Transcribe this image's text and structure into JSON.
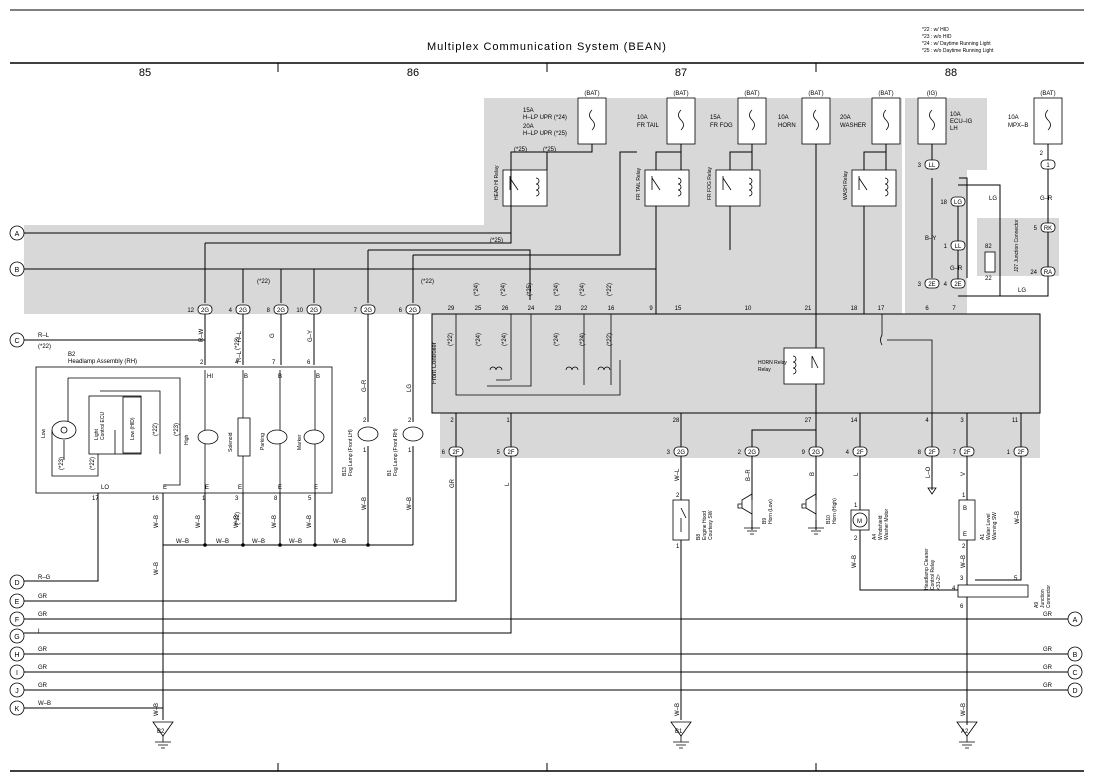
{
  "title": "Multiplex Communication System (BEAN)",
  "legend": [
    "*22 : w/ HID",
    "*23 : w/o HID",
    "*24 : w/ Daytime Running Light",
    "*25 : w/o Daytime Running Light"
  ],
  "sections": [
    "85",
    "86",
    "87",
    "88"
  ],
  "fuses": [
    {
      "bat": "(BAT)",
      "label": "15A\nH-LP UPR (*24)\n20A\nH-LP UPR (*25)"
    },
    {
      "bat": "(BAT)",
      "label": "10A\nFR TAIL"
    },
    {
      "bat": "(BAT)",
      "label": "15A\nFR FOG"
    },
    {
      "bat": "(BAT)",
      "label": "10A\nHORN"
    },
    {
      "bat": "(BAT)",
      "label": "20A\nWASHER"
    },
    {
      "bat": "(IG)",
      "label": "10A\nECU-IG\nLH"
    },
    {
      "bat": "(BAT)",
      "label": "10A\nMPX-B"
    }
  ],
  "relays": [
    "HEAD HI Relay",
    "FR TAIL Relay",
    "FR FOG Relay",
    "WASH Relay",
    "HORN Relay"
  ],
  "front_controller": "Front Controller",
  "headlamp_assembly": {
    "id": "B2",
    "name": "Headlamp Assembly (RH)",
    "items": [
      "Low",
      "Light Control ECU",
      "Low (HID)",
      "High",
      "Solenoid",
      "Parking",
      "Marker"
    ],
    "pins_top": [
      "HI",
      "B",
      "B",
      "B"
    ],
    "pins_bot": [
      "LO",
      "E",
      "E",
      "E",
      "E",
      "E"
    ]
  },
  "fog_lamps": [
    {
      "id": "B13",
      "name": "Fog Lamp (Front LH)"
    },
    {
      "id": "B1",
      "name": "Fog Lamp (Front RH)"
    }
  ],
  "components": [
    {
      "id": "B8",
      "name": "Engine Hood Courtesy SW"
    },
    {
      "id": "B9",
      "name": "Horn (Low)"
    },
    {
      "id": "B10",
      "name": "Horn (High)"
    },
    {
      "id": "A4",
      "name": "Windshield Washer Motor"
    },
    {
      "id": "A1",
      "name": "Water Level Warning SW"
    },
    {
      "id": "A9",
      "name": "Junction Connector"
    },
    {
      "id": "J27",
      "name": "Junction Connector"
    }
  ],
  "ccr": "Headlamp Cleaner Control Relay <31-2>",
  "connectors_top": [
    "2G",
    "2G",
    "2G",
    "2G",
    "2G",
    "2G",
    "2E",
    "2E",
    "LL",
    "LG",
    "LL",
    "RK",
    "RA",
    "1"
  ],
  "connectors_bot": [
    "2F",
    "2F",
    "2G",
    "2G",
    "2G",
    "2F",
    "2F",
    "2F",
    "2F"
  ],
  "pins_fc_top": [
    "29",
    "25",
    "26",
    "24",
    "23",
    "22",
    "16",
    "9",
    "15",
    "10",
    "21",
    "18",
    "17",
    "6",
    "7"
  ],
  "pins_fc_bot": [
    "2",
    "1",
    "28",
    "27",
    "14",
    "4",
    "3",
    "11"
  ],
  "left_refs": [
    "A",
    "B",
    "C",
    "D",
    "E",
    "F",
    "G",
    "H",
    "I",
    "J",
    "K"
  ],
  "right_refs": [
    "A",
    "B",
    "C",
    "D"
  ],
  "grounds": [
    "B2",
    "B1",
    "A2"
  ],
  "wire_colors": {
    "rw": "R–W",
    "rl": "R–L",
    "g": "G",
    "gy": "G–Y",
    "gr": "G–R",
    "lg": "LG",
    "by": "B–Y",
    "wb": "W–B",
    "grc": "GR",
    "l": "L",
    "wl": "W–L",
    "br": "B–R",
    "b": "B",
    "lo": "L–O",
    "v": "V",
    "rg": "R–G"
  },
  "notes": [
    "(*22)",
    "(*23)",
    "(*24)",
    "(*25)"
  ]
}
